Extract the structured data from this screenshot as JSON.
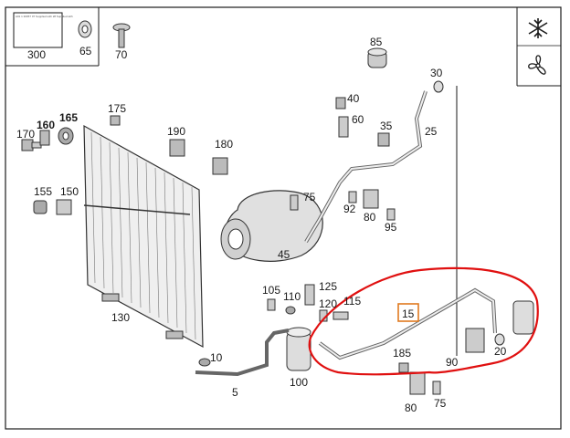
{
  "diagram": {
    "thumbnail_caption": "A01 1 30057 07 Supplied with 28 Supplied with",
    "part_labels": {
      "p300": "300",
      "p65": "65",
      "p70": "70",
      "p85": "85",
      "p30": "30",
      "p175": "175",
      "p160": "160",
      "p165": "165",
      "p170": "170",
      "p190": "190",
      "p180": "180",
      "p40": "40",
      "p60": "60",
      "p35": "35",
      "p25": "25",
      "p155": "155",
      "p150": "150",
      "p75a": "75",
      "p92": "92",
      "p80a": "80",
      "p95": "95",
      "p45": "45",
      "p105": "105",
      "p110": "110",
      "p125": "125",
      "p120": "120",
      "p115": "115",
      "p130": "130",
      "p15": "15",
      "p10": "10",
      "p5": "5",
      "p100": "100",
      "p185": "185",
      "p90": "90",
      "p20": "20",
      "p80b": "80",
      "p75b": "75"
    },
    "icons": [
      "snowflake-icon",
      "fan-icon"
    ],
    "highlight": {
      "part": "15",
      "box_color": "#e07a1f",
      "outline_color": "#e01010"
    }
  }
}
